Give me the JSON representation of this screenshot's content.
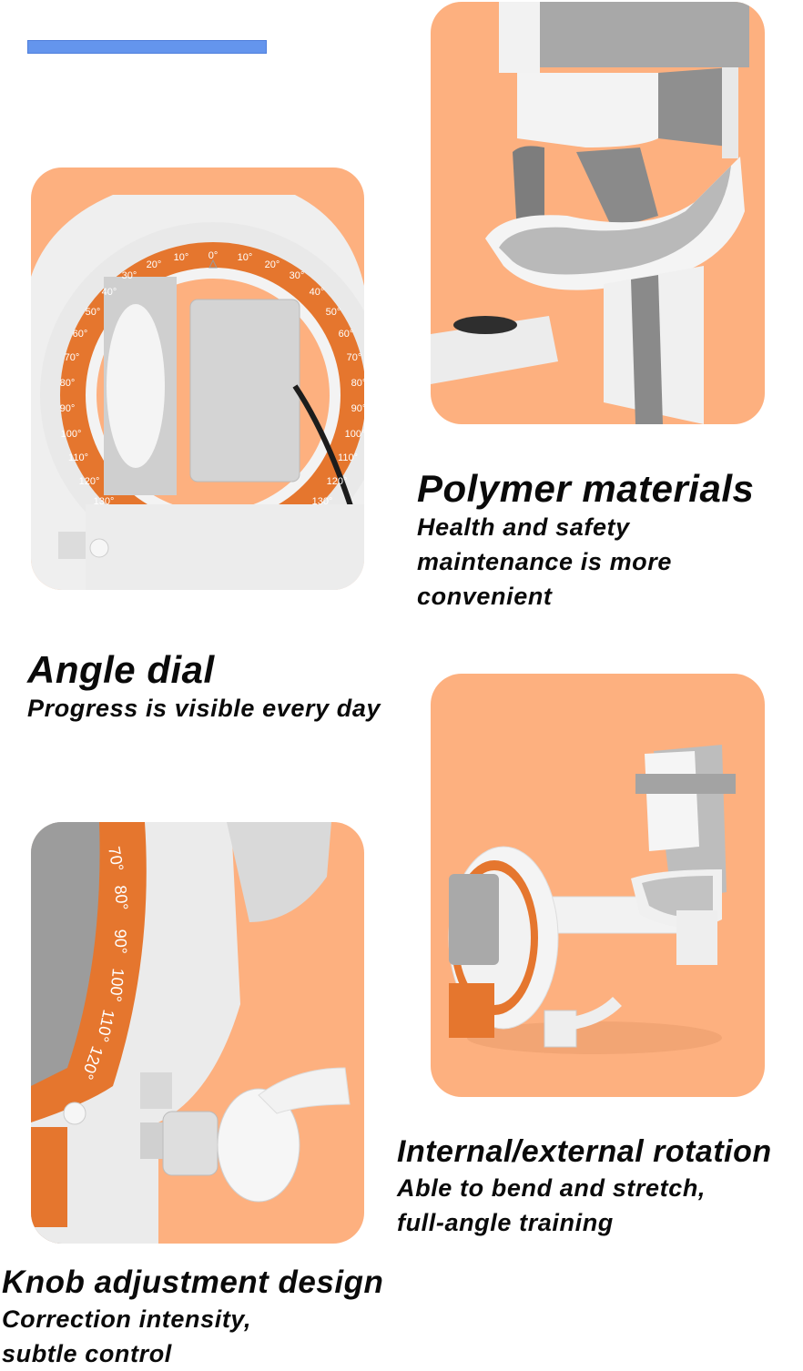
{
  "colors": {
    "accent_bar": "#6495ed",
    "panel_bg": "#fdb07f",
    "dial_orange": "#e5762e",
    "device_white": "#f2f2f2",
    "device_gray": "#9a9a9a",
    "text": "#0a0a0a"
  },
  "features": [
    {
      "id": "polymer",
      "title": "Polymer materials",
      "subtitle_lines": [
        "Health and safety",
        "maintenance is more",
        "convenient"
      ],
      "image": "knee-brace-closeup-image"
    },
    {
      "id": "angle",
      "title": "Angle dial",
      "subtitle_lines": [
        "Progress is visible every day"
      ],
      "image": "angle-dial-closeup-image",
      "dial_labels": [
        "0°",
        "10°",
        "20°",
        "30°",
        "40°",
        "50°",
        "60°",
        "70°",
        "80°",
        "90°",
        "100°",
        "110°",
        "120°",
        "130°"
      ]
    },
    {
      "id": "rotation",
      "title": "Internal/external rotation",
      "subtitle_lines": [
        "Able to bend and stretch,",
        "full-angle training"
      ],
      "image": "full-device-image"
    },
    {
      "id": "knob",
      "title": "Knob adjustment design",
      "subtitle_lines": [
        "Correction intensity,",
        "subtle control"
      ],
      "image": "knob-closeup-image",
      "dial_labels": [
        "70°",
        "80°",
        "90°",
        "100°",
        "110°",
        "120°"
      ]
    }
  ]
}
